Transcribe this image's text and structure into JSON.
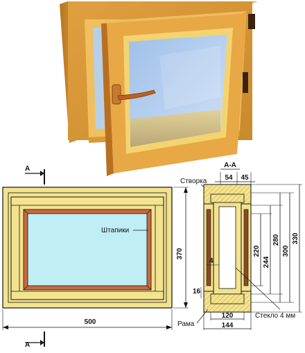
{
  "figure": {
    "labels": {
      "section_mark_top": "A",
      "section_mark_bottom": "A",
      "section_title": "A-A",
      "stvorka": "Створка",
      "shtapiki": "Штапики",
      "rama": "Рама",
      "steklo": "Стекло 4 мм"
    },
    "dimensions": {
      "front_width": "500",
      "front_height": "370",
      "sec_top_left": "54",
      "sec_top_right": "45",
      "sec_bottom_inner": "120",
      "sec_bottom_outer": "144",
      "sec_small_left": "4",
      "sec_small_bottom": "16",
      "sec_v1": "220",
      "sec_v2": "244",
      "sec_v3": "280",
      "sec_v4": "300",
      "sec_v5": "330"
    },
    "colors": {
      "wood": "#f3e38f",
      "wood_dark": "#c8902a",
      "glass": "#bfeef5",
      "bead": "#c96a3c",
      "line": "#111111"
    }
  }
}
